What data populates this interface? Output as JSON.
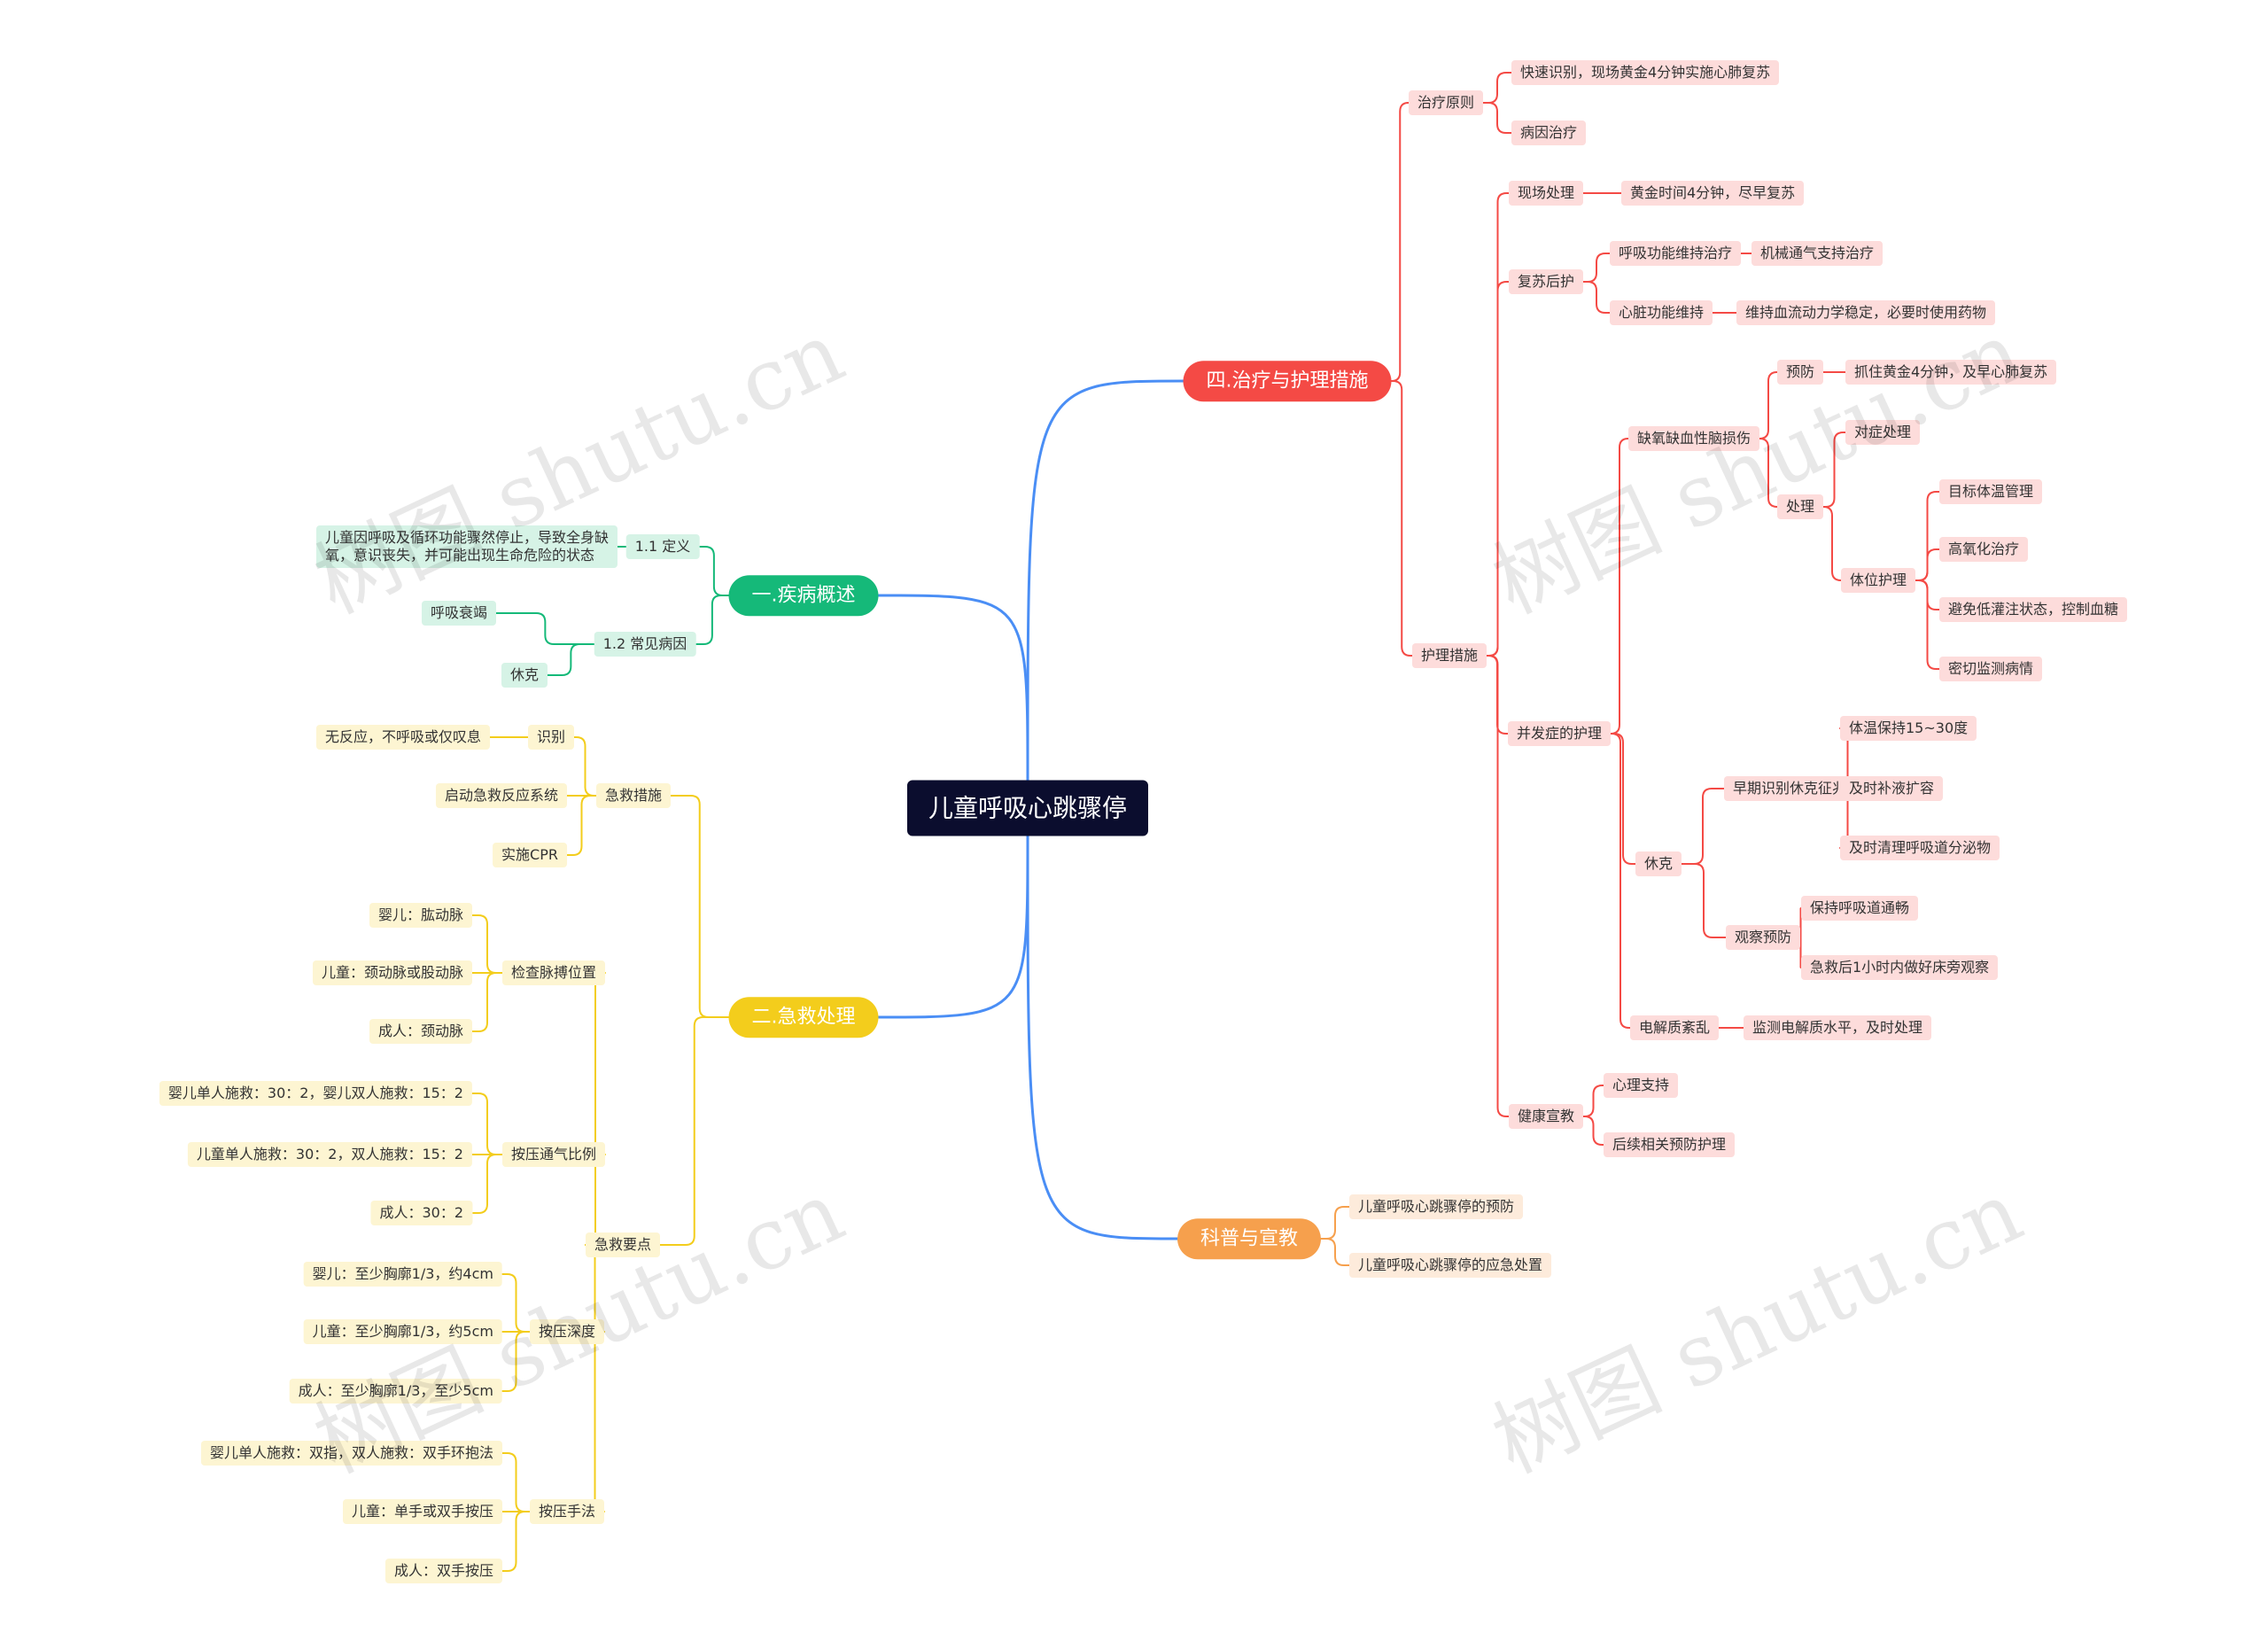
{
  "root": "儿童呼吸心跳骤停",
  "watermark": "树图 shutu.cn",
  "colors": {
    "root_bg": "#0b0d2e",
    "center_edge": "#4a8ef5",
    "green": "#15b979",
    "green_sub_bg": "#d6f3e6",
    "yellow": "#f3cd1c",
    "yellow_sub_bg": "#fdf5d2",
    "red": "#f44a45",
    "red_sub_bg": "#fddcdb",
    "orange": "#f6a04d",
    "orange_sub_bg": "#fdebdb",
    "text_dark": "#333333"
  },
  "branches": [
    {
      "key": "b1",
      "label": "一.疾病概述",
      "color": "green",
      "children": [
        {
          "key": "b1a",
          "label": "1.1 定义",
          "children": [
            {
              "key": "b1a1",
              "label": "儿童因呼吸及循环功能骤然停止，导致全身缺\n氧，意识丧失，并可能出现生命危险的状态"
            }
          ]
        },
        {
          "key": "b1b",
          "label": "1.2 常见病因",
          "children": [
            {
              "key": "b1b1",
              "label": "呼吸衰竭"
            },
            {
              "key": "b1b2",
              "label": "休克"
            }
          ]
        }
      ]
    },
    {
      "key": "b2",
      "label": "二.急救处理",
      "color": "yellow",
      "children": [
        {
          "key": "b2a",
          "label": "急救措施",
          "children": [
            {
              "key": "b2a1",
              "label": "识别",
              "children": [
                {
                  "key": "b2a1a",
                  "label": "无反应，不呼吸或仅叹息"
                }
              ]
            },
            {
              "key": "b2a2",
              "label": "启动急救反应系统"
            },
            {
              "key": "b2a3",
              "label": "实施CPR"
            }
          ]
        },
        {
          "key": "b2b",
          "label": "急救要点",
          "children": [
            {
              "key": "b2b1",
              "label": "检查脉搏位置",
              "children": [
                {
                  "key": "b2b1a",
                  "label": "婴儿：肱动脉"
                },
                {
                  "key": "b2b1b",
                  "label": "儿童：颈动脉或股动脉"
                },
                {
                  "key": "b2b1c",
                  "label": "成人：颈动脉"
                }
              ]
            },
            {
              "key": "b2b2",
              "label": "按压通气比例",
              "children": [
                {
                  "key": "b2b2a",
                  "label": "婴儿单人施救：30：2，婴儿双人施救：15：2"
                },
                {
                  "key": "b2b2b",
                  "label": "儿童单人施救：30：2，双人施救：15：2"
                },
                {
                  "key": "b2b2c",
                  "label": "成人：30：2"
                }
              ]
            },
            {
              "key": "b2b3",
              "label": "按压深度",
              "children": [
                {
                  "key": "b2b3a",
                  "label": "婴儿：至少胸廓1/3，约4cm"
                },
                {
                  "key": "b2b3b",
                  "label": "儿童：至少胸廓1/3，约5cm"
                },
                {
                  "key": "b2b3c",
                  "label": "成人：至少胸廓1/3，至少5cm"
                }
              ]
            },
            {
              "key": "b2b4",
              "label": "按压手法",
              "children": [
                {
                  "key": "b2b4a",
                  "label": "婴儿单人施救：双指，双人施救：双手环抱法"
                },
                {
                  "key": "b2b4b",
                  "label": "儿童：单手或双手按压"
                },
                {
                  "key": "b2b4c",
                  "label": "成人：双手按压"
                }
              ]
            }
          ]
        }
      ]
    },
    {
      "key": "b3",
      "label": "四.治疗与护理措施",
      "color": "red",
      "children": [
        {
          "key": "b3a",
          "label": "治疗原则",
          "children": [
            {
              "key": "b3a1",
              "label": "快速识别，现场黄金4分钟实施心肺复苏"
            },
            {
              "key": "b3a2",
              "label": "病因治疗"
            }
          ]
        },
        {
          "key": "b3b",
          "label": "护理措施",
          "children": [
            {
              "key": "b3b1",
              "label": "现场处理",
              "children": [
                {
                  "key": "b3b1a",
                  "label": "黄金时间4分钟，尽早复苏"
                }
              ]
            },
            {
              "key": "b3b2",
              "label": "复苏后护",
              "children": [
                {
                  "key": "b3b2a",
                  "label": "呼吸功能维持治疗",
                  "children": [
                    {
                      "key": "b3b2a1",
                      "label": "机械通气支持治疗"
                    }
                  ]
                },
                {
                  "key": "b3b2b",
                  "label": "心脏功能维持",
                  "children": [
                    {
                      "key": "b3b2b1",
                      "label": "维持血流动力学稳定，必要时使用药物"
                    }
                  ]
                }
              ]
            },
            {
              "key": "b3b3",
              "label": "并发症的护理",
              "children": [
                {
                  "key": "b3b3a",
                  "label": "缺氧缺血性脑损伤",
                  "children": [
                    {
                      "key": "b3b3a1",
                      "label": "预防",
                      "children": [
                        {
                          "key": "b3b3a1a",
                          "label": "抓住黄金4分钟，及早心肺复苏"
                        }
                      ]
                    },
                    {
                      "key": "b3b3a2",
                      "label": "处理",
                      "children": [
                        {
                          "key": "b3b3a2a",
                          "label": "对症处理"
                        },
                        {
                          "key": "b3b3a2b",
                          "label": "体位护理",
                          "children": [
                            {
                              "key": "b3b3a2b1",
                              "label": "目标体温管理"
                            },
                            {
                              "key": "b3b3a2b2",
                              "label": "高氧化治疗"
                            },
                            {
                              "key": "b3b3a2b3",
                              "label": "避免低灌注状态，控制血糖"
                            },
                            {
                              "key": "b3b3a2b4",
                              "label": "密切监测病情"
                            }
                          ]
                        }
                      ]
                    }
                  ]
                },
                {
                  "key": "b3b3b",
                  "label": "休克",
                  "children": [
                    {
                      "key": "b3b3b1",
                      "label": "早期识别休克征兆",
                      "children": [
                        {
                          "key": "b3b3b1a",
                          "label": "体温保持15~30度"
                        },
                        {
                          "key": "b3b3b1b",
                          "label": "及时补液扩容"
                        },
                        {
                          "key": "b3b3b1c",
                          "label": "及时清理呼吸道分泌物"
                        }
                      ]
                    },
                    {
                      "key": "b3b3b2",
                      "label": "观察预防",
                      "children": [
                        {
                          "key": "b3b3b2a",
                          "label": "保持呼吸道通畅"
                        },
                        {
                          "key": "b3b3b2b",
                          "label": "急救后1小时内做好床旁观察"
                        }
                      ]
                    }
                  ]
                },
                {
                  "key": "b3b3c",
                  "label": "电解质紊乱",
                  "children": [
                    {
                      "key": "b3b3c1",
                      "label": "监测电解质水平，及时处理"
                    }
                  ]
                }
              ]
            },
            {
              "key": "b3b4",
              "label": "健康宣教",
              "children": [
                {
                  "key": "b3b4a",
                  "label": "心理支持"
                },
                {
                  "key": "b3b4b",
                  "label": "后续相关预防护理"
                }
              ]
            }
          ]
        }
      ]
    },
    {
      "key": "b4",
      "label": "科普与宣教",
      "color": "orange",
      "children": [
        {
          "key": "b4a",
          "label": "儿童呼吸心跳骤停的预防"
        },
        {
          "key": "b4b",
          "label": "儿童呼吸心跳骤停的应急处置"
        }
      ]
    }
  ]
}
